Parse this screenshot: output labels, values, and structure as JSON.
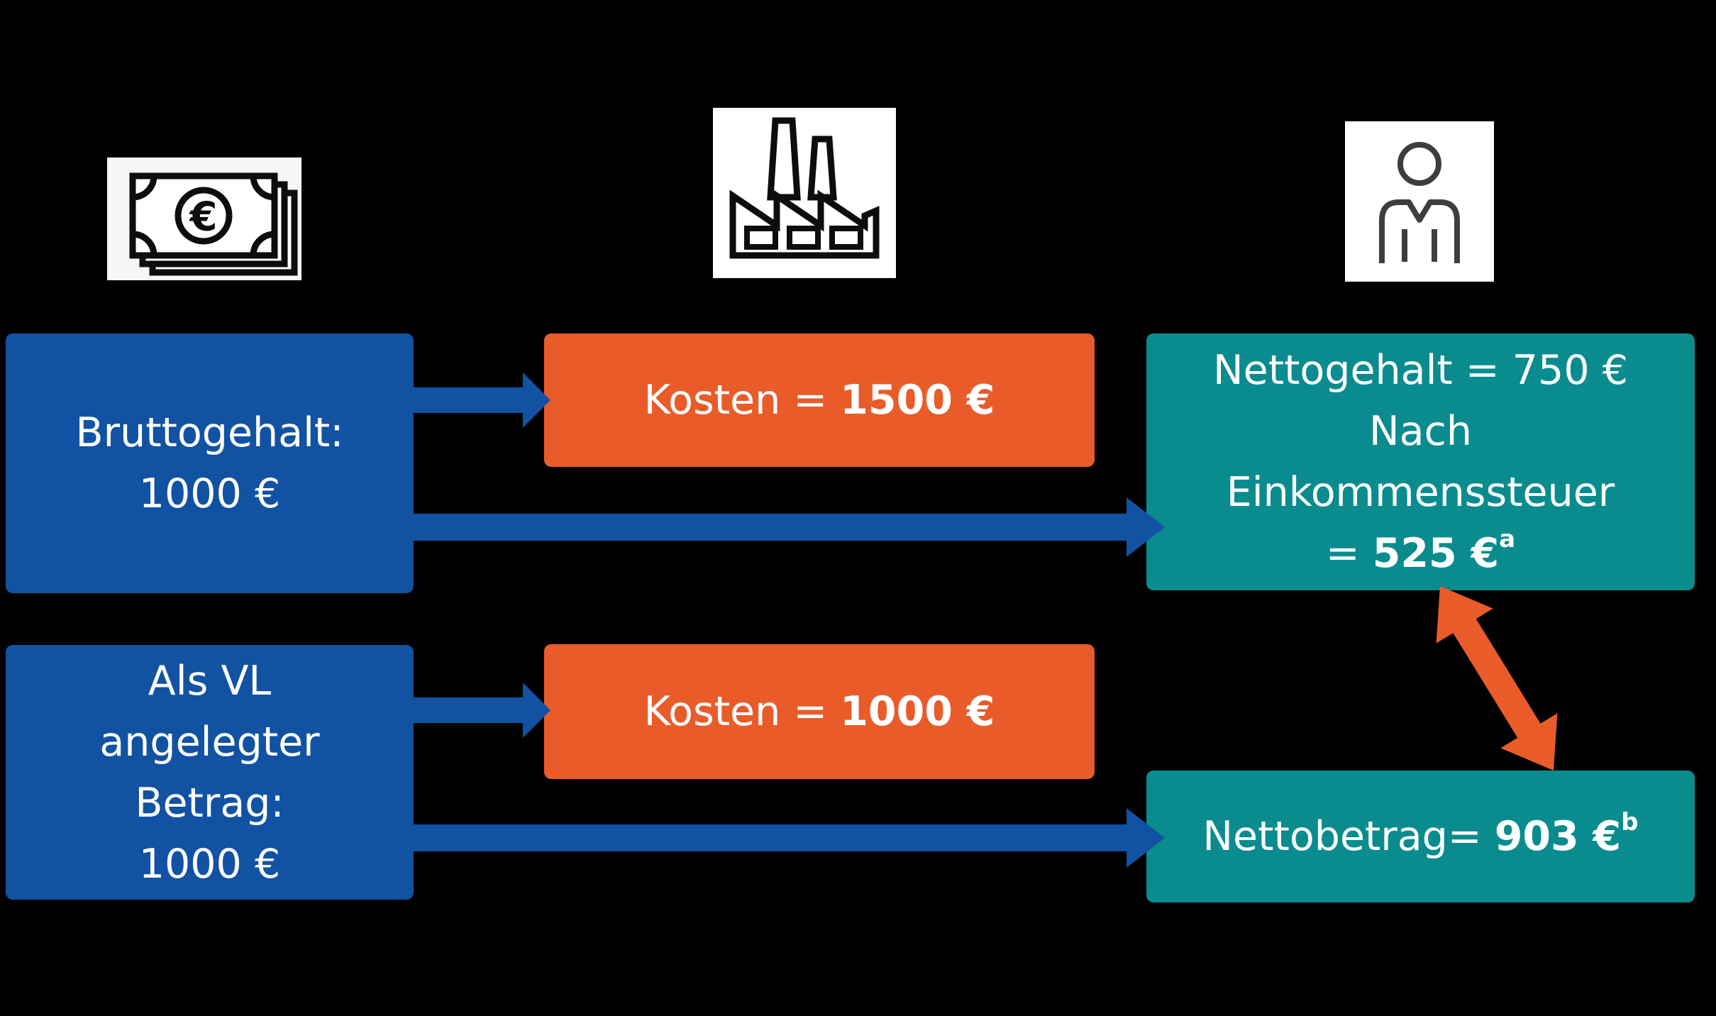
{
  "palette": {
    "background": "#000000",
    "blue": "#1152A3",
    "orange": "#E95C2A",
    "teal": "#0A8C8E",
    "text_white": "#FFFFFF",
    "icon_stroke": "#0D0D0D",
    "person_stroke": "#3E3E3E",
    "tile_money": "#F6F6F6",
    "tile_white": "#FFFFFF"
  },
  "icons": {
    "money": "euro-banknotes-icon",
    "money_glyph": "€",
    "factory": "factory-icon",
    "person": "person-icon"
  },
  "boxes": {
    "brutto": {
      "line1": "Bruttogehalt:",
      "line2": "1000 €"
    },
    "kosten1": {
      "label": "Kosten = ",
      "value": "1500 €"
    },
    "netto1": {
      "line1": "Nettogehalt = 750 €",
      "line2": "Nach",
      "line3": "Einkommenssteuer",
      "line4_label": "= ",
      "line4_value": "525 €",
      "line4_sup": "a"
    },
    "vl": {
      "line1": "Als VL",
      "line2": "angelegter",
      "line3": "Betrag:",
      "line4": "1000 €"
    },
    "kosten2": {
      "label": "Kosten = ",
      "value": "1000 €"
    },
    "netto2": {
      "label": "Nettobetrag= ",
      "value": "903 €",
      "sup": "b"
    }
  }
}
